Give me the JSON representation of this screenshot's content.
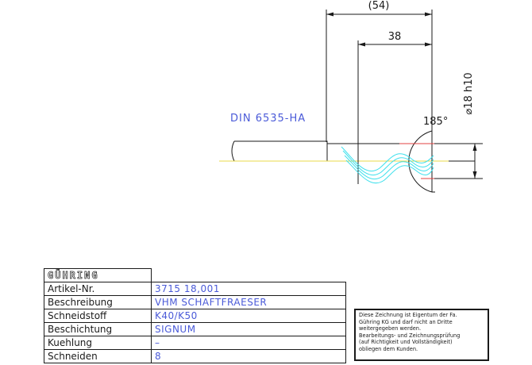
{
  "drawing": {
    "designation": "DIN 6535-HA",
    "dim_overall": "(54)",
    "dim_length": "38",
    "dim_diameter": "⌀18 h10",
    "angle": "185°"
  },
  "title_block": {
    "logo": "GÜHRING",
    "rows": [
      {
        "label": "Artikel-Nr.",
        "value": "3715 18,001"
      },
      {
        "label": "Beschreibung",
        "value": "VHM SCHAFTFRAESER"
      },
      {
        "label": "Schneidstoff",
        "value": "K40/K50"
      },
      {
        "label": "Beschichtung",
        "value": "SIGNUM"
      },
      {
        "label": "Kuehlung",
        "value": "–"
      },
      {
        "label": "Schneiden",
        "value": "8"
      }
    ]
  },
  "notice": {
    "lines": [
      "Diese Zeichnung ist Eigentum der Fa.",
      "Gühring KG und darf nicht an Dritte",
      "weitergegeben werden.",
      "Bearbeitungs- und Zeichnungsprüfung",
      "(auf Richtigkeit und Vollständigkeit)",
      "obliegen dem Kunden."
    ]
  },
  "colors": {
    "line": "#1a1a1a",
    "text_blue": "#4a5ad8",
    "helix_cyan": "#3ee0ec",
    "axis_yellow": "#e8d84a",
    "accent_red": "#e04040"
  }
}
